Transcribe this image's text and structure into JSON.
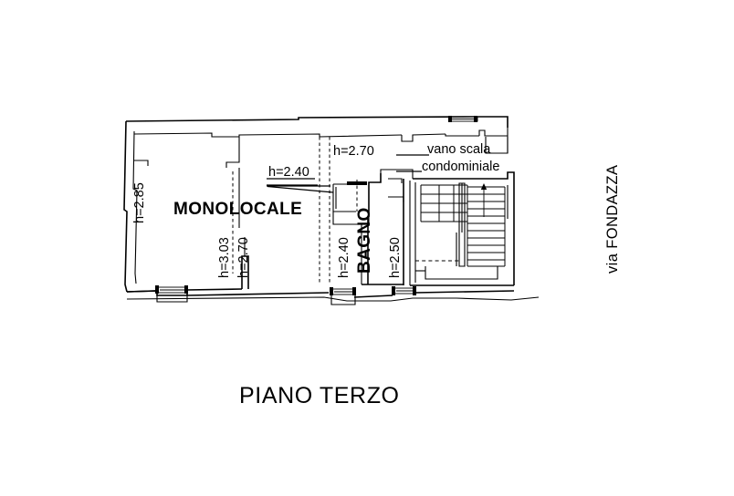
{
  "document": {
    "kind": "floor-plan",
    "title": "PIANO TERZO",
    "street_label": "via FONDAZZA"
  },
  "rooms": [
    {
      "id": "monolocale",
      "label": "MONOLOCALE"
    },
    {
      "id": "bagno",
      "label": "BAGNO"
    }
  ],
  "notes": {
    "stairwell_line1": "vano scala",
    "stairwell_line2": "condominiale"
  },
  "heights": {
    "left_wall": "h=2.85",
    "center_left": "h=3.03",
    "center_right": "h=2.70",
    "kitchen_area": "h=2.40",
    "upper_right": "h=2.70",
    "corridor": "h=2.40",
    "bagno": "h=2.50"
  },
  "colors": {
    "ink": "#000000",
    "paper": "#ffffff"
  }
}
